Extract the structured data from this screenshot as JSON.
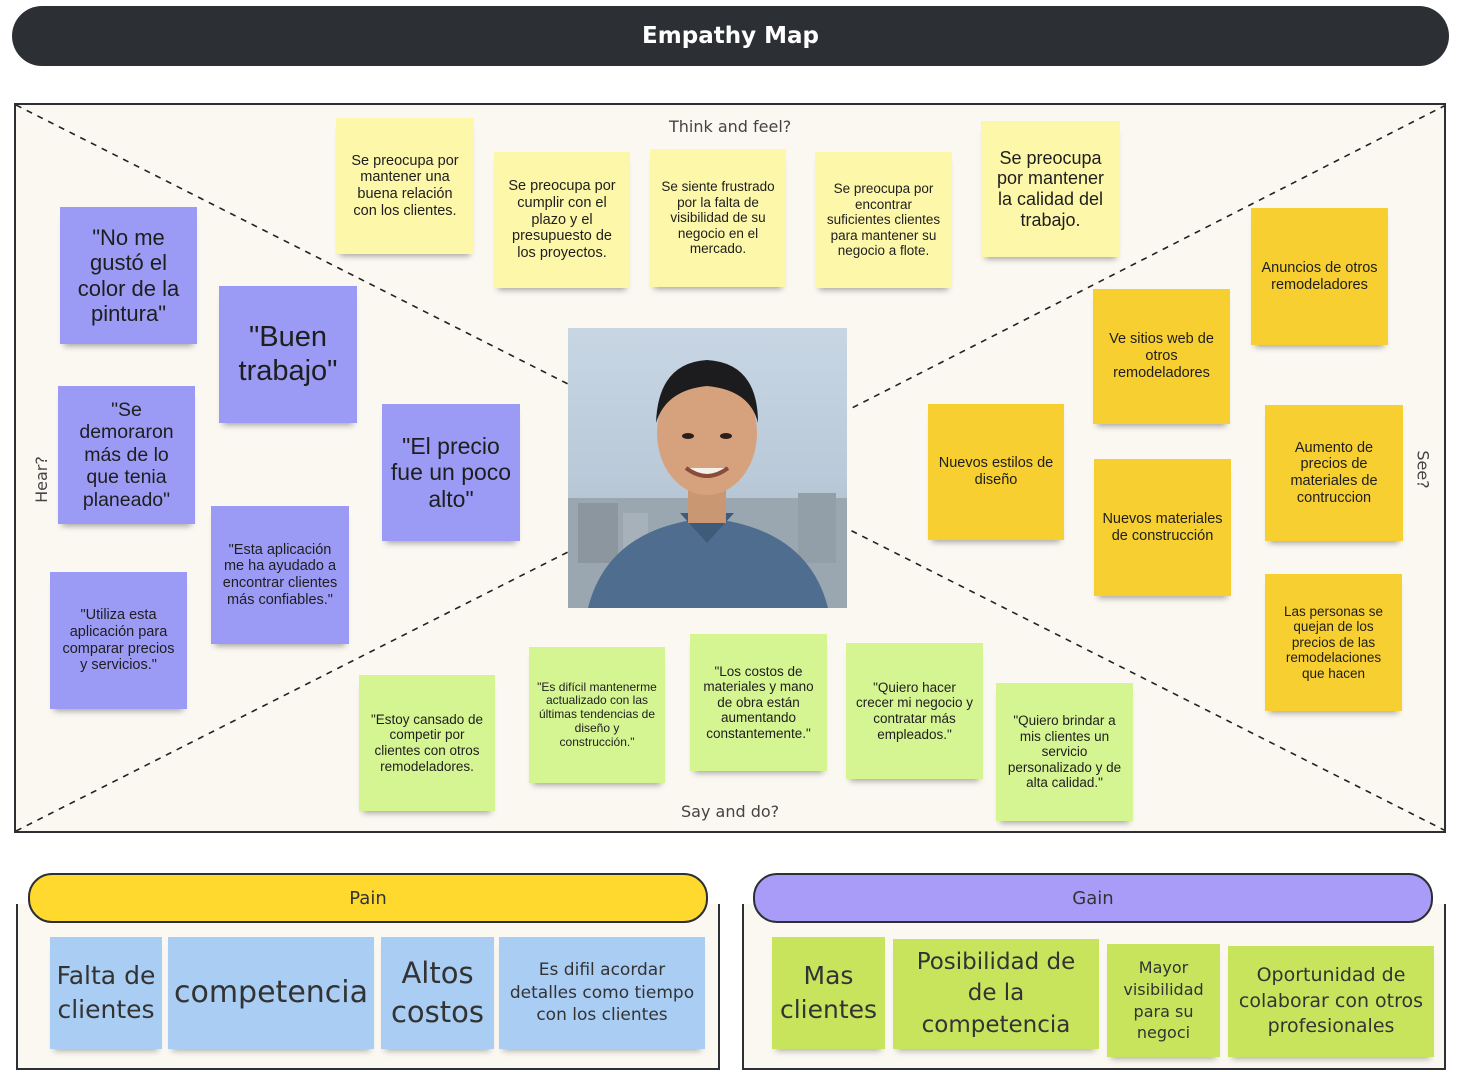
{
  "title": "Empathy Map",
  "quadrants": {
    "think": "Think and feel?",
    "say": "Say and do?",
    "hear": "Hear?",
    "see": "See?"
  },
  "think_notes": [
    "Se preocupa por mantener una buena relación con los clientes.",
    "Se preocupa por cumplir con el plazo y el presupuesto de los proyectos.",
    "Se siente frustrado por la falta de visibilidad de su negocio en el mercado.",
    "Se preocupa por encontrar suficientes clientes para mantener su negocio a flote.",
    "Se preocupa por mantener la calidad del trabajo."
  ],
  "hear_notes": [
    "\"No me gustó el color de la pintura\"",
    "\"Buen trabajo\"",
    "\"Se demoraron más de lo que tenia planeado\"",
    "\"El precio fue un poco alto\"",
    "\"Esta aplicación me ha ayudado a encontrar clientes más confiables.\"",
    "\"Utiliza esta aplicación para comparar precios y servicios.\""
  ],
  "see_notes": [
    "Anuncios de otros remodeladores",
    "Ve sitios web de otros remodeladores",
    "Nuevos estilos de diseño",
    "Aumento de precios de materiales de contruccion",
    "Nuevos materiales de construcción",
    "Las personas se quejan de los precios de las remodelaciones que hacen"
  ],
  "say_notes": [
    "\"Estoy cansado de competir por clientes con otros remodeladores.",
    "\"Es difícil mantenerme actualizado con las últimas tendencias de diseño y construcción.\"",
    "\"Los costos de materiales y mano de obra están aumentando constantemente.\"",
    "\"Quiero hacer crecer mi negocio y contratar más empleados.\"",
    "\"Quiero brindar a mis clientes un servicio personalizado y de alta calidad.\""
  ],
  "pain": {
    "label": "Pain",
    "notes": [
      "Falta de clientes",
      "competencia",
      "Altos costos",
      "Es difil acordar detalles como tiempo con los clientes"
    ]
  },
  "gain": {
    "label": "Gain",
    "notes": [
      "Mas clientes",
      "Posibilidad de de la competencia",
      "Mayor visibilidad para su negoci",
      "Oportunidad de colaborar con otros profesionales"
    ]
  },
  "colors": {
    "title_bar": "#2c2f33",
    "think_note": "#fdf7a9",
    "hear_note": "#9b9bf5",
    "see_note": "#f7cf30",
    "say_note": "#d5f592",
    "pain_pill": "#ffd92e",
    "gain_pill": "#a99cf8",
    "pain_note": "#a9cdf3",
    "gain_note": "#c8e45c"
  }
}
